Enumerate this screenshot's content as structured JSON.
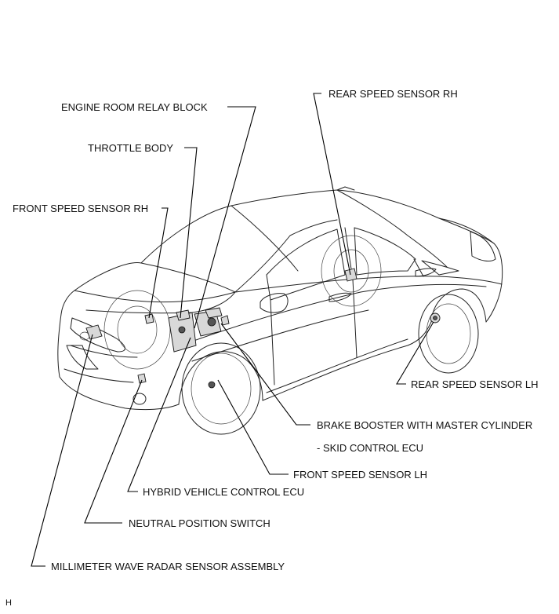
{
  "labels": {
    "engine_room_relay_block": "ENGINE ROOM RELAY BLOCK",
    "throttle_body": "THROTTLE BODY",
    "front_speed_sensor_rh": "FRONT SPEED SENSOR RH",
    "rear_speed_sensor_rh": "REAR SPEED SENSOR RH",
    "rear_speed_sensor_lh": "REAR SPEED SENSOR LH",
    "brake_booster_line1": "BRAKE BOOSTER WITH MASTER CYLINDER",
    "brake_booster_line2": "- SKID CONTROL ECU",
    "front_speed_sensor_lh": "FRONT SPEED SENSOR LH",
    "hybrid_vehicle_control_ecu": "HYBRID VEHICLE CONTROL ECU",
    "neutral_position_switch": "NEUTRAL POSITION SWITCH",
    "millimeter_wave_radar": "MILLIMETER WAVE RADAR SENSOR ASSEMBLY",
    "figure_code": "H"
  }
}
